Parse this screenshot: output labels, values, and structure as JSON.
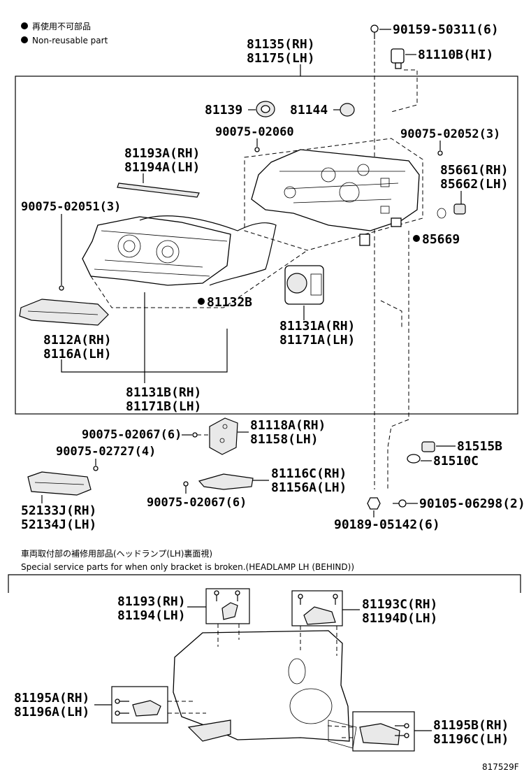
{
  "legend": {
    "jp": "再使用不可部品",
    "en": "Non-reusable part"
  },
  "labels": {
    "p90159": "90159-50311(6)",
    "p81110": "81110B(HI)",
    "p81135": "81135(RH)",
    "p81175": "81175(LH)",
    "p81139": "81139",
    "p81144": "81144",
    "p90075_02060": "90075-02060",
    "p90075_02052": "90075-02052(3)",
    "p81193A": "81193A(RH)",
    "p81194A": "81194A(LH)",
    "p85661": "85661(RH)",
    "p85662": "85662(LH)",
    "p90075_02051": "90075-02051(3)",
    "p85669": "85669",
    "p81132B": "81132B",
    "p8112A": "8112A(RH)",
    "p8116A": "8116A(LH)",
    "p81131A": "81131A(RH)",
    "p81171A": "81171A(LH)",
    "p81131B": "81131B(RH)",
    "p81171B": "81171B(LH)",
    "p90075_02067a": "90075-02067(6)",
    "p81118A": "81118A(RH)",
    "p81158": "81158(LH)",
    "p90075_02727": "90075-02727(4)",
    "p81515B": "81515B",
    "p81510C": "81510C",
    "p81116C": "81116C(RH)",
    "p81156A": "81156A(LH)",
    "p52133J": "52133J(RH)",
    "p52134J": "52134J(LH)",
    "p90075_02067b": "90075-02067(6)",
    "p90105": "90105-06298(2)",
    "p90189": "90189-05142(6)",
    "p81193": "81193(RH)",
    "p81194": "81194(LH)",
    "p81193C": "81193C(RH)",
    "p81194D": "81194D(LH)",
    "p81195A": "81195A(RH)",
    "p81196A": "81196A(LH)",
    "p81195B": "81195B(RH)",
    "p81196C": "81196C(LH)"
  },
  "section2": {
    "jp": "車両取付部の補修用部品(ヘッドランプ(LH)裏面視)",
    "en": "Special service parts for when only bracket is broken.(HEADLAMP LH (BEHIND))"
  },
  "figure_code": "817529F"
}
